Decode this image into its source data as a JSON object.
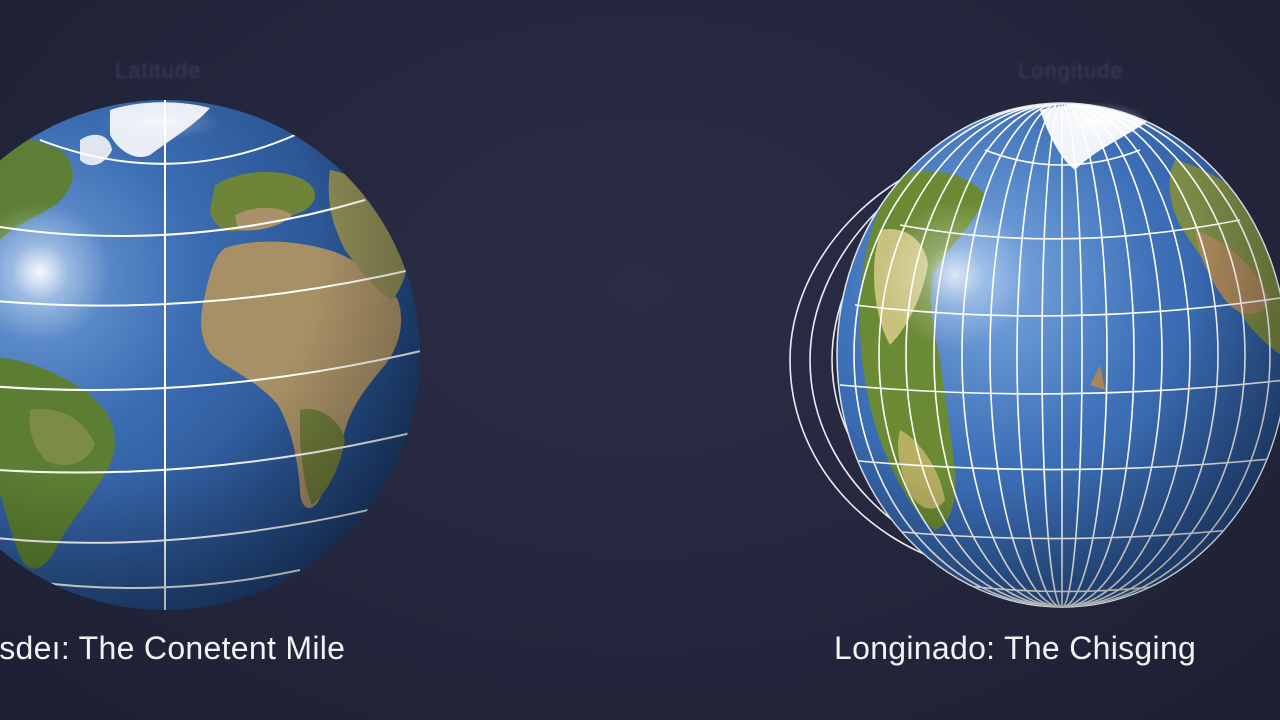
{
  "panels": {
    "left": {
      "faint_label": "Latitude",
      "caption": "ısdeı: The Conetent Mile"
    },
    "right": {
      "faint_label": "Longitude",
      "caption": "Longinado: The Chisging"
    }
  },
  "colors": {
    "background": "#24263d",
    "ocean": "#2f5fa3",
    "land_green": "#5f7f34",
    "land_tan": "#b39a6e",
    "grid_lines": "#ffffff",
    "caption_text": "#f2f2f2"
  }
}
